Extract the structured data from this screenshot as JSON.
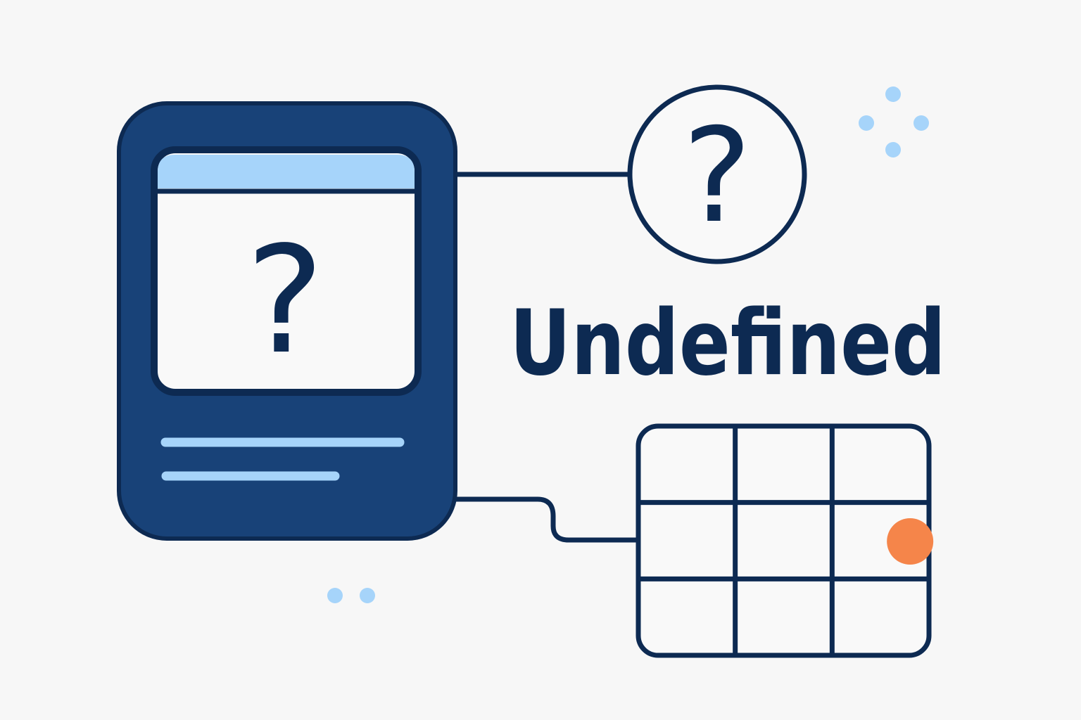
{
  "title": "Undefined",
  "colors": {
    "background": "#f7f7f7",
    "navy": "#0d2a52",
    "card_fill": "#184278",
    "light_blue": "#a6d4fa",
    "window_fill": "#f9f9f9",
    "accent": "#f5854a"
  },
  "card": {
    "window_glyph": "?",
    "window_glyph_icon": "question-mark-icon",
    "text_line_count": 2
  },
  "help_circle": {
    "glyph": "?",
    "icon": "help-circle-icon"
  },
  "grid": {
    "rows": 3,
    "columns": 3,
    "marked_cell": {
      "row": 2,
      "column": 3
    },
    "marker_icon": "orange-dot-icon"
  },
  "decorations": {
    "top_right_dot_count": 4,
    "bottom_left_dot_count": 2
  }
}
